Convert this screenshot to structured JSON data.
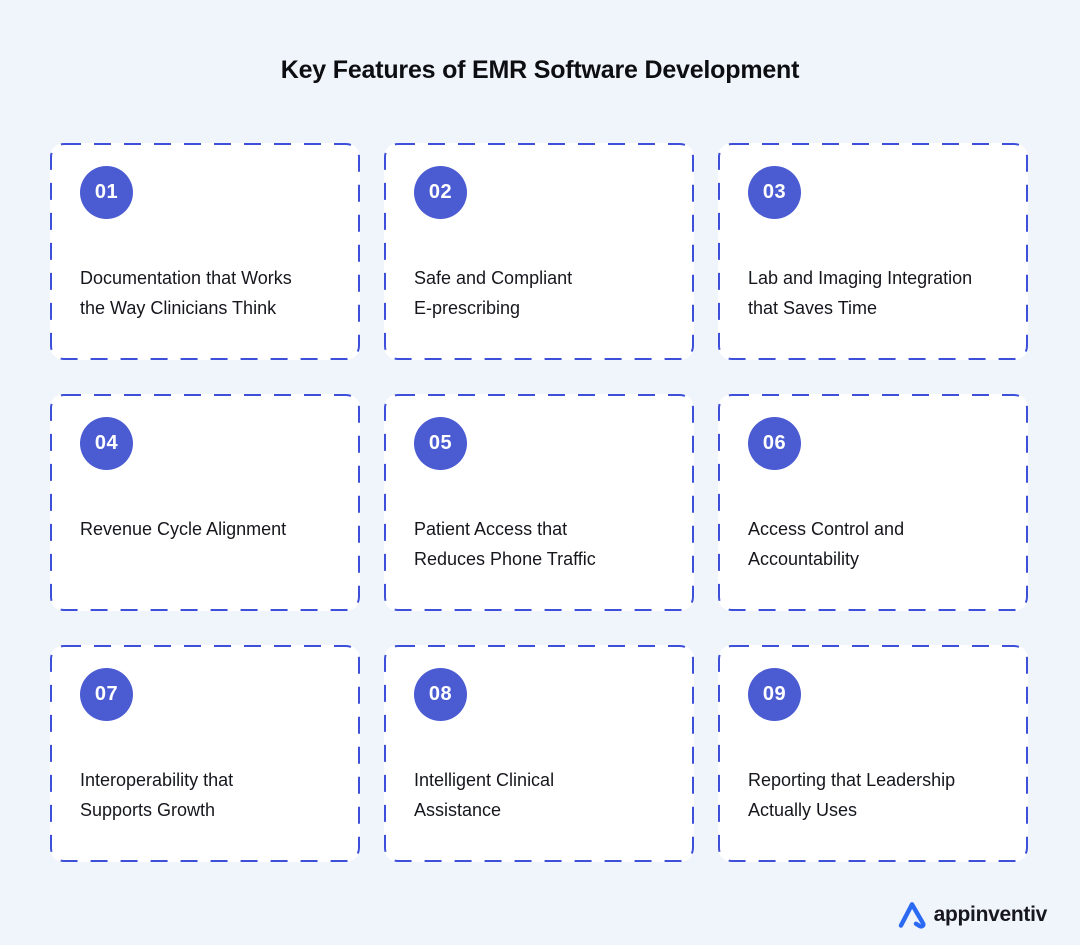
{
  "page": {
    "title": "Key Features of EMR Software Development",
    "background_color": "#F0F4FB",
    "card_background": "#FFFFFF",
    "dashed_border_color": "#3E50D9",
    "badge_color": "#4B5CD3",
    "text_color": "#16171D"
  },
  "cards": [
    {
      "number": "01",
      "lines": [
        "Documentation that Works",
        "the Way Clinicians Think"
      ]
    },
    {
      "number": "02",
      "lines": [
        "Safe and Compliant",
        "E-prescribing"
      ]
    },
    {
      "number": "03",
      "lines": [
        "Lab and Imaging Integration",
        "that Saves Time"
      ]
    },
    {
      "number": "04",
      "lines": [
        "Revenue Cycle Alignment"
      ]
    },
    {
      "number": "05",
      "lines": [
        "Patient Access that",
        "Reduces Phone Traffic"
      ]
    },
    {
      "number": "06",
      "lines": [
        "Access Control and",
        "Accountability"
      ]
    },
    {
      "number": "07",
      "lines": [
        "Interoperability that",
        "Supports Growth"
      ]
    },
    {
      "number": "08",
      "lines": [
        "Intelligent Clinical",
        "Assistance"
      ]
    },
    {
      "number": "09",
      "lines": [
        "Reporting that Leadership",
        "Actually Uses"
      ]
    }
  ],
  "logo": {
    "text": "appinventiv",
    "mark_color": "#2B6AF3"
  }
}
